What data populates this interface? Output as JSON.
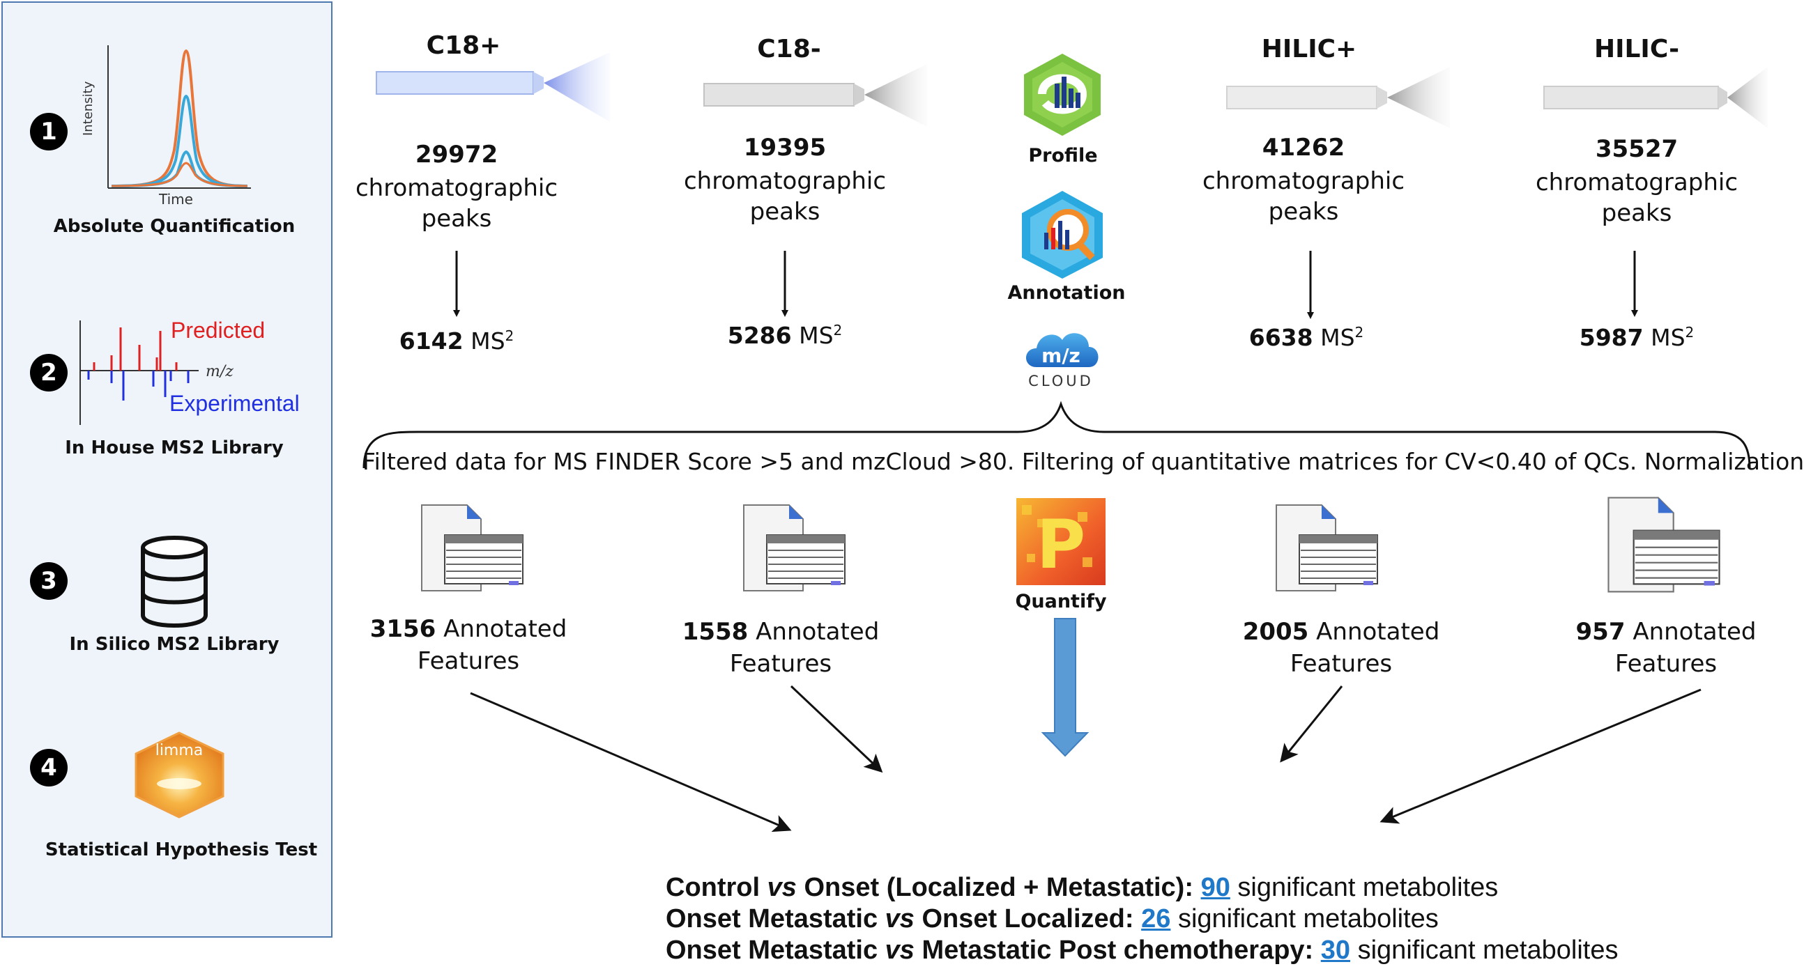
{
  "sidebar": {
    "steps": [
      {
        "number": "1",
        "label": "Absolute Quantification",
        "axis_y": "Intensity",
        "axis_x": "Time"
      },
      {
        "number": "2",
        "label": "In House MS2 Library",
        "predicted": "Predicted",
        "experimental": "Experimental",
        "mz": "m/z"
      },
      {
        "number": "3",
        "label": "In Silico MS2 Library"
      },
      {
        "number": "4",
        "label": "Statistical Hypothesis Test",
        "logo_text": "limma"
      }
    ]
  },
  "columns": [
    {
      "title": "C18+",
      "peaks": "29972",
      "peak_text_1": "chromatographic",
      "peak_text_2": "peaks",
      "ms2": "6142",
      "ms2_unit": "MS",
      "ms2_sup": "2",
      "features": "3156",
      "feat_text_1": "Annotated",
      "feat_text_2": "Features"
    },
    {
      "title": "C18-",
      "peaks": "19395",
      "peak_text_1": "chromatographic",
      "peak_text_2": "peaks",
      "ms2": "5286",
      "ms2_unit": "MS",
      "ms2_sup": "2",
      "features": "1558",
      "feat_text_1": "Annotated",
      "feat_text_2": "Features"
    },
    {
      "title": "HILIC+",
      "peaks": "41262",
      "peak_text_1": "chromatographic",
      "peak_text_2": "peaks",
      "ms2": "6638",
      "ms2_unit": "MS",
      "ms2_sup": "2",
      "features": "2005",
      "feat_text_1": "Annotated",
      "feat_text_2": "Features"
    },
    {
      "title": "HILIC-",
      "peaks": "35527",
      "peak_text_1": "chromatographic",
      "peak_text_2": "peaks",
      "ms2": "5987",
      "ms2_unit": "MS",
      "ms2_sup": "2",
      "features": "957",
      "feat_text_1": "Annotated",
      "feat_text_2": "Features"
    }
  ],
  "tools": {
    "profile": "Profile",
    "annotation": "Annotation",
    "mzcloud_logo": "m/z",
    "mzcloud_word": "CLOUD",
    "quantify": "Quantify",
    "quantify_logo": "P"
  },
  "filter_text": "Filtered data for MS FINDER Score >5 and mzCloud >80. Filtering of quantitative matrices for CV<0.40 of QCs. Normalization",
  "results": [
    {
      "a": "Control ",
      "vs": "vs",
      "b": " Onset (Localized + Metastatic): ",
      "count": "90",
      "suffix": " significant metabolites"
    },
    {
      "a": "Onset Metastatic ",
      "vs": "vs",
      "b": " Onset Localized: ",
      "count": "26",
      "suffix": " significant metabolites"
    },
    {
      "a": "Onset Metastatic ",
      "vs": "vs",
      "b": " Metastatic Post chemotherapy: ",
      "count": "30",
      "suffix": " significant metabolites"
    }
  ],
  "colors": {
    "sidebar_bg": "#eef4fa",
    "sidebar_border": "#4d79b0",
    "link_number": "#1f78c8",
    "predicted": "#e02020",
    "experimental": "#2030e0",
    "quant_arrow": "#5b9bd5"
  }
}
